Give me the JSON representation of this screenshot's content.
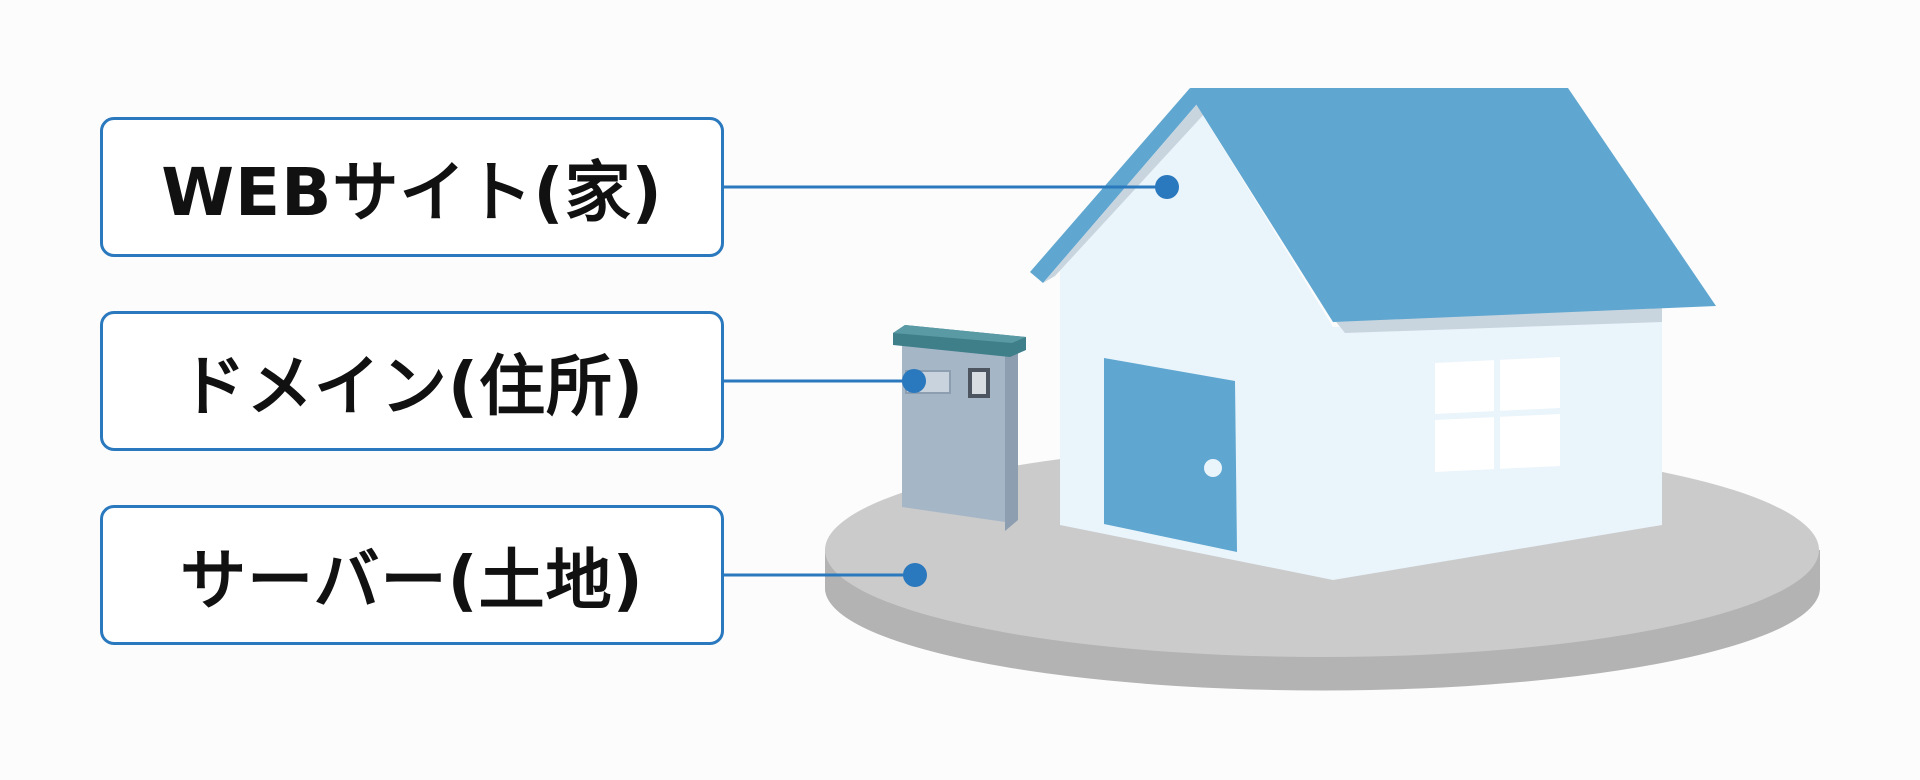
{
  "labels": {
    "website": "WEBサイト(家)",
    "domain": "ドメイン(住所)",
    "server": "サーバー(土地)"
  },
  "colors": {
    "accent": "#2a78bd",
    "roof": "#5fa6d0",
    "wall": "#eaf4fb",
    "door": "#5fa6d0",
    "mailbox": "#a5b6c7",
    "mailbox_lid": "#3e7f8a",
    "ground": "#cbcbcb",
    "ground_side": "#b3b3b3"
  },
  "icons": {
    "house": "house-icon",
    "mailbox": "mailbox-icon",
    "ground": "ground-disc-icon"
  }
}
